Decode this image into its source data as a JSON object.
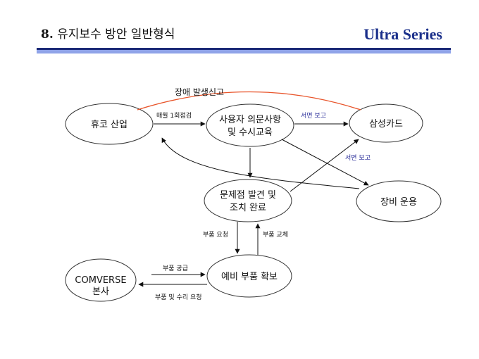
{
  "header": {
    "number": "8.",
    "title": "유지보수 방안 일반형식",
    "brand": "Ultra Series"
  },
  "nodes": {
    "hugo": "휴코 산업",
    "user_line1": "사용자 의문사항",
    "user_line2": "및 수시교육",
    "samsung": "삼성카드",
    "problem_line1": "문제점 발견 및",
    "problem_line2": "조치 완료",
    "equipment": "장비 운용",
    "comverse_line1": "COMVERSE",
    "comverse_line2": "본사",
    "spare": "예비 부품 확보"
  },
  "edges": {
    "failure_report": "장애 발생신고",
    "monthly_check": "매월 1회점검",
    "written_report_1": "서면 보고",
    "written_report_2": "서면 보고",
    "parts_request": "부품 요청",
    "parts_replace": "부품 교체",
    "parts_supply": "부품 공급",
    "parts_repair_request": "부품 및 수리 요청"
  },
  "colors": {
    "accent_line": "#e8542a",
    "brand": "#1a2f8a",
    "rule_dark": "#1b2a78",
    "rule_light": "#8fa3e8",
    "report_text": "#2b2f9a"
  }
}
